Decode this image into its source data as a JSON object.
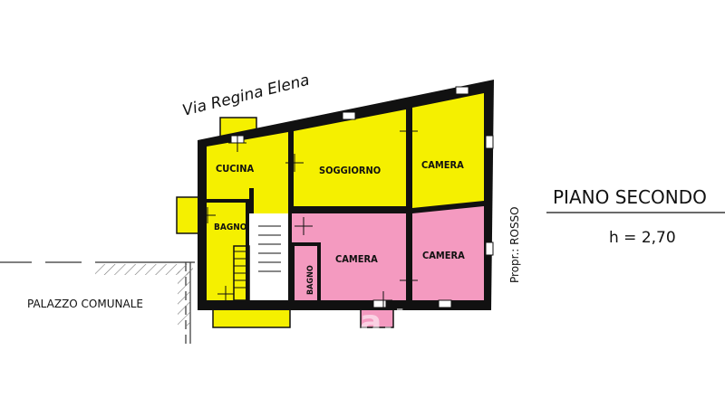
{
  "plan": {
    "street": "Via Regina Elena",
    "floor_title": "PIANO SECONDO",
    "height": "h = 2,70",
    "neighbor": "PALAZZO COMUNALE",
    "owner": "Propr.: ROSSO",
    "watermark": "casa.it",
    "rooms": {
      "cucina": "CUCINA",
      "soggiorno": "SOGGIORNO",
      "camera_top_right": "CAMERA",
      "bagno_left": "BAGNO",
      "camera_bottom_mid": "CAMERA",
      "camera_bottom_right": "CAMERA",
      "bagno_small": "BAGNO"
    }
  },
  "colors": {
    "yellow": "#f5f000",
    "pink": "#f49ac0",
    "wall": "#111111",
    "hatch": "#9a9a9a"
  }
}
